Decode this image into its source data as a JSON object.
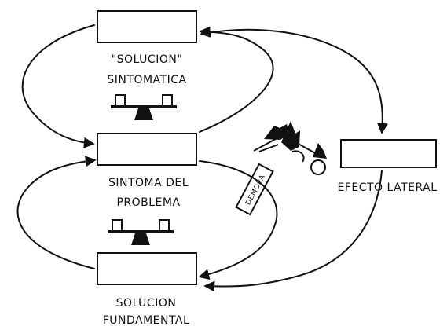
{
  "nodes": {
    "symptomatic_solution": {
      "line1": "\"SOLUCION\"",
      "line2": "SINTOMATICA"
    },
    "problem_symptom": {
      "line1": "SINTOMA DEL",
      "line2": "PROBLEMA"
    },
    "fundamental_solution": {
      "line1": "SOLUCION",
      "line2": "FUNDAMENTAL"
    },
    "side_effect": {
      "line1": "EFECTO LATERAL"
    }
  },
  "delay": {
    "label": "DEMORA"
  },
  "colors": {
    "ink": "#111111",
    "background": "#ffffff"
  },
  "icons": {
    "balance": "seesaw-balance-icon",
    "cliff": "cliff-climber-icon"
  }
}
